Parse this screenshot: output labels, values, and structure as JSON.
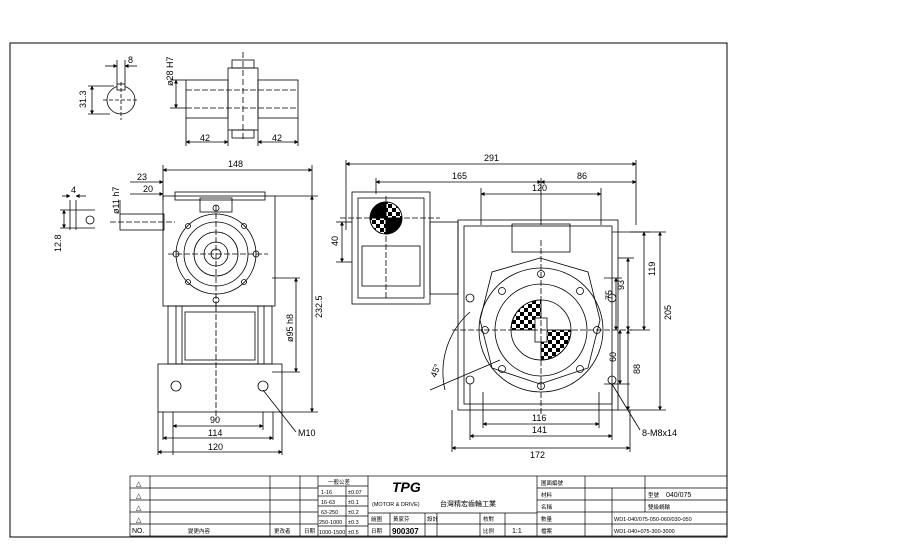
{
  "dims": {
    "keyway": {
      "width": "8",
      "height": "31.3"
    },
    "flange": {
      "bore": "ø28 H7",
      "left": "42",
      "right": "42"
    },
    "side": {
      "total_width": "148",
      "w23": "23",
      "w20": "20",
      "shaft_dia": "ø11 h7",
      "key_w": "4",
      "key_h": "12.8",
      "height": "232.5",
      "pilot": "ø95 h8",
      "w90": "90",
      "w114": "114",
      "w120": "120",
      "bolt": "M10"
    },
    "front": {
      "total": "291",
      "d165": "165",
      "d120": "120",
      "d86": "86",
      "d40": "40",
      "h119": "119",
      "h205": "205",
      "h75": "75",
      "h93": "93",
      "h60": "60",
      "h88": "88",
      "angle": "45°",
      "w116": "116",
      "w141": "141",
      "w172": "172",
      "holes": "8-M8x14"
    }
  },
  "title_block": {
    "rev_marks": [
      "△",
      "△",
      "△",
      "△"
    ],
    "rev_header": [
      "NO.",
      "變更內容",
      "更改者",
      "日期"
    ],
    "tolerance_title": "一般公差",
    "tolerance_rows": [
      {
        "range": "1-16",
        "tol": "±0.07"
      },
      {
        "range": "16-63",
        "tol": "±0.1"
      },
      {
        "range": "63-250",
        "tol": "±0.2"
      },
      {
        "range": "250-1000",
        "tol": "±0.3"
      },
      {
        "range": "1000-1500",
        "tol": "±0.5"
      }
    ],
    "logo": "TPG",
    "company_sub": "(MOTOR & DRIVE)",
    "company": "台灣精宏齒輪工業",
    "sign_labels": [
      "繪圖",
      "設計",
      "核對",
      "日期"
    ],
    "sign_value": "黃家芬",
    "date": "900307",
    "scale_label": "比例",
    "scale": "1:1",
    "drawing_label": "圖面編號",
    "drawing_no": "WD1-040/075-050-060/030-050",
    "material_label": "材料",
    "qty_label": "數量",
    "name_label": "名稱",
    "desc_label": "型號",
    "model": "040/075",
    "product": "雙級蝸輪",
    "file_label": "檔案",
    "file_no": "WD1-040+075-300-3000"
  }
}
